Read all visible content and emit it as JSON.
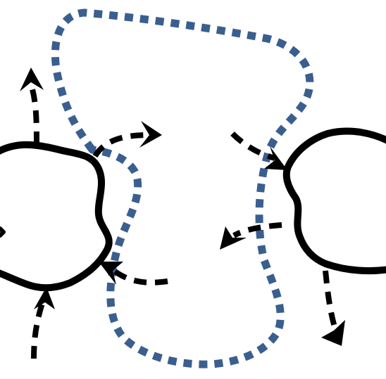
{
  "colors": {
    "background": "#ffffff",
    "outline": "#000000",
    "arrow": "#000000",
    "dotted_loop": "#3a5f8f"
  },
  "shapes": [
    "left-blob",
    "right-blob"
  ],
  "dotted_loop": {
    "style": "dotted",
    "color_ref": "dotted_loop"
  },
  "arrows": {
    "left_blob": [
      "outgoing-up",
      "outgoing-right",
      "incoming-right",
      "incoming-bottom"
    ],
    "right_blob": [
      "incoming-left",
      "outgoing-left",
      "outgoing-down"
    ]
  }
}
